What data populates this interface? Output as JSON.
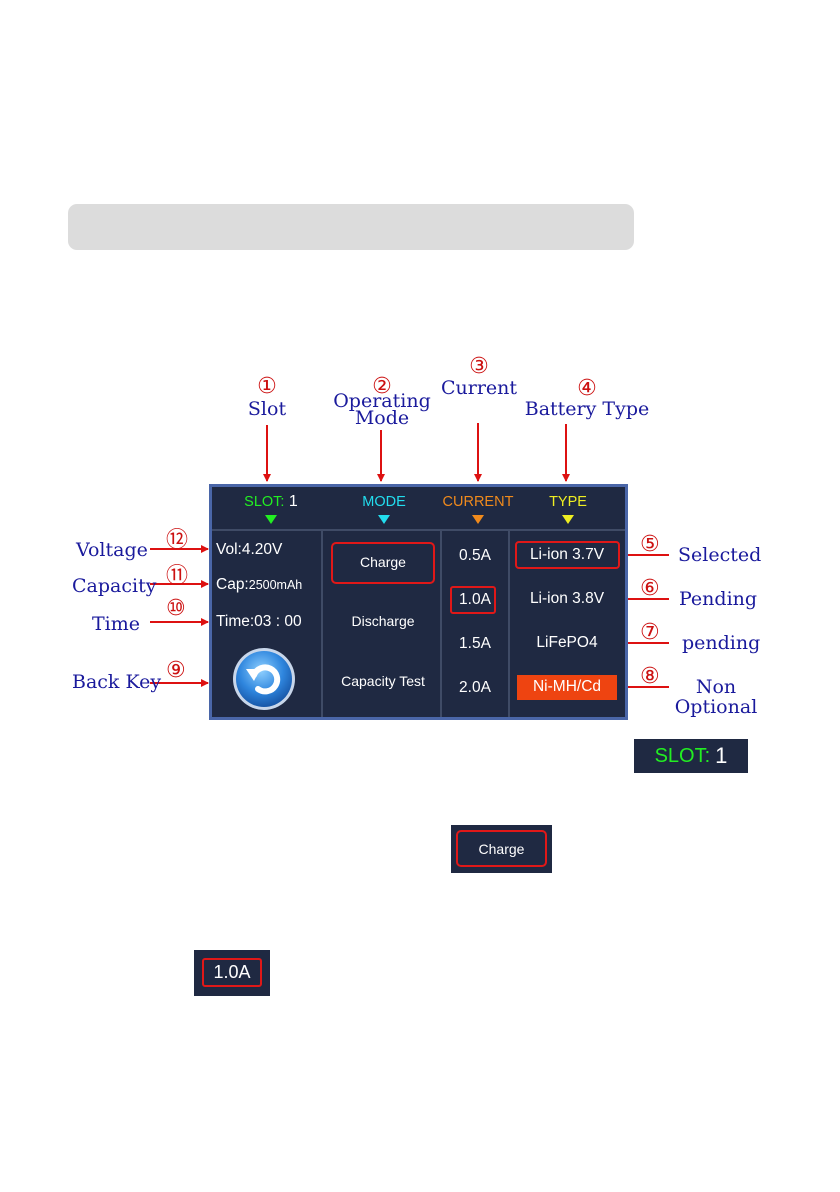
{
  "callouts": {
    "slot": {
      "num": "①",
      "label": "Slot"
    },
    "mode": {
      "num": "②",
      "label1": "Operating",
      "label2": "Mode"
    },
    "current": {
      "num": "③",
      "label": "Current"
    },
    "type": {
      "num": "④",
      "label": "Battery Type"
    },
    "selected": {
      "num": "⑤",
      "label": "Selected"
    },
    "pending1": {
      "num": "⑥",
      "label": "Pending"
    },
    "pending2": {
      "num": "⑦",
      "label": "pending"
    },
    "non_optional": {
      "num": "⑧",
      "label1": "Non",
      "label2": "Optional"
    },
    "back_key": {
      "num": "⑨",
      "label": "Back Key"
    },
    "time": {
      "num": "⑩",
      "label": "Time"
    },
    "capacity": {
      "num": "⑪",
      "label": "Capacity"
    },
    "voltage": {
      "num": "⑫",
      "label": "Voltage"
    }
  },
  "screen": {
    "header": {
      "slot_label": "SLOT:",
      "slot_value": "1",
      "mode_label": "MODE",
      "current_label": "CURRENT",
      "type_label": "TYPE"
    },
    "status": {
      "voltage": "Vol:4.20V",
      "capacity_prefix": "Cap:",
      "capacity_value": "2500mAh",
      "time": "Time:03 : 00"
    },
    "modes": [
      "Charge",
      "Discharge",
      "Capacity Test"
    ],
    "currents": [
      "0.5A",
      "1.0A",
      "1.5A",
      "2.0A"
    ],
    "types": [
      "Li-ion 3.7V",
      "Li-ion 3.8V",
      "LiFePO4",
      "Ni-MH/Cd"
    ]
  },
  "colors": {
    "slot": "#22ee22",
    "mode": "#22ddee",
    "current": "#f08a1c",
    "type": "#eeee22",
    "screen_bg": "#1f2942",
    "selection_box": "#e01818",
    "non_optional_bg": "#ee4411",
    "callout_text": "#1a1a9c",
    "arrow": "#dd1111"
  },
  "thumbnails": {
    "slot": {
      "label": "SLOT:",
      "value": "1"
    },
    "mode": "Charge",
    "current": "1.0A"
  }
}
